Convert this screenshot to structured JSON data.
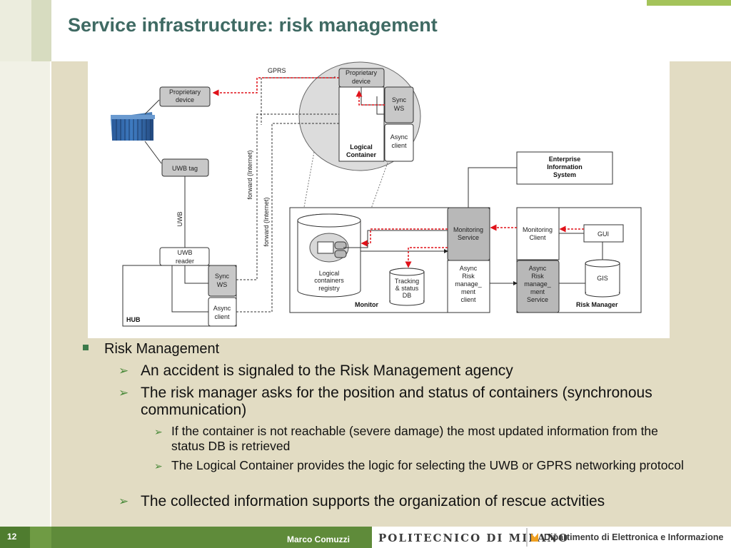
{
  "slide": {
    "title": "Service infrastructure: risk management",
    "page_number": "12",
    "author": "Marco Comuzzi",
    "institution": "POLITECNICO DI MILANO",
    "department": "Dipartimento di Elettronica e Informazione"
  },
  "colors": {
    "title": "#3f6a63",
    "footer_green": "#5f8b3a",
    "content_bg": "#e2dcc3",
    "arrow_red": "#e0121a",
    "bullet_green": "#3b7a4a"
  },
  "diagram": {
    "proprietary_device_left": "Proprietary device",
    "proprietary_device_top": "Proprietary device",
    "gprs": "GPRS",
    "sync_ws_top": "Sync WS",
    "async_client_top": "Async client",
    "logical_container": "Logical Container",
    "uwb_tag": "UWB tag",
    "uwb": "UWB",
    "uwb_reader": "UWB reader",
    "sync_ws_hub": "Sync WS",
    "async_client_hub": "Async client",
    "hub": "HUB",
    "forward_internet_1": "forward (Internet)",
    "forward_internet_2": "forward (Internet)",
    "logical_containers_registry": "Logical containers registry",
    "tracking_status_db": "Tracking & status DB",
    "monitor": "Monitor",
    "monitoring_service": "Monitoring Service",
    "async_risk_client": "Async Risk manage_ ment client",
    "enterprise_info_system": "Enterprise Information System",
    "monitoring_client": "Monitoring Client",
    "gui": "GUI",
    "async_risk_service": "Async Risk manage_ ment Service",
    "gis": "GIS",
    "risk_manager": "Risk Manager"
  },
  "bullets": {
    "l1": "Risk Management",
    "l2a": "An accident is signaled to the Risk Management agency",
    "l2b": "The risk manager asks for the position and status of containers (synchronous communication)",
    "l3a": "If the container is not reachable (severe damage) the most updated information from the status DB is retrieved",
    "l3b": "The Logical Container provides the logic for selecting the UWB or GPRS networking protocol",
    "l2c": "The collected information supports the organization of rescue actvities"
  }
}
